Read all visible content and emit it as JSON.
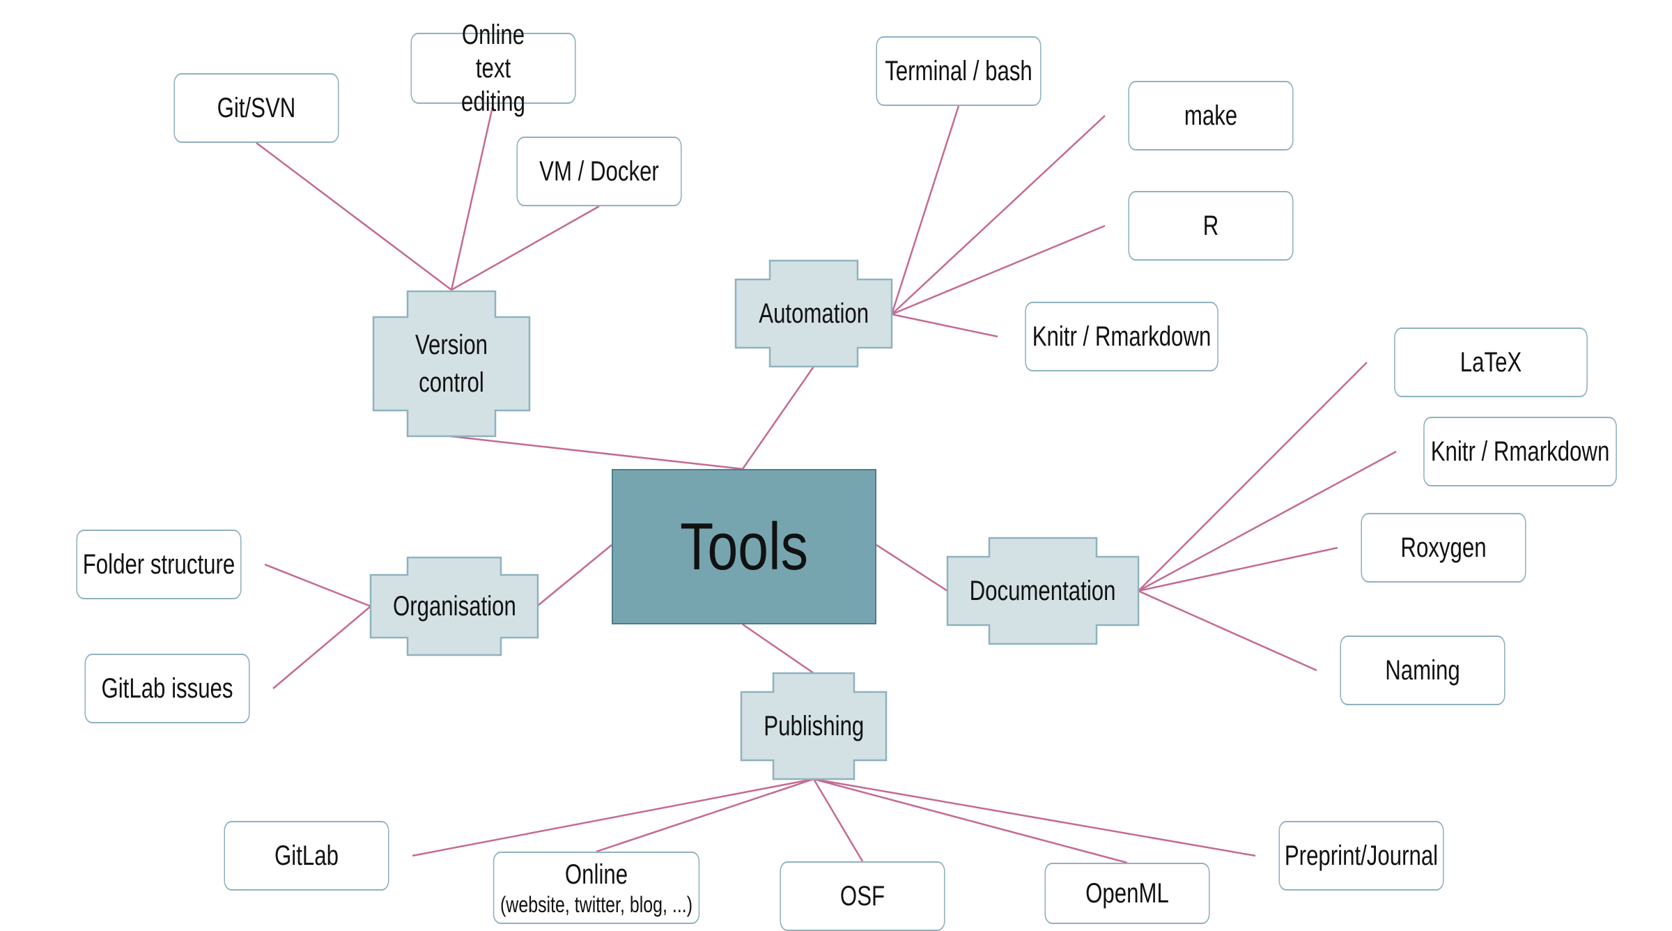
{
  "diagram": {
    "center": {
      "label": "Tools"
    },
    "categories": {
      "version_control": {
        "label": "Version control"
      },
      "automation": {
        "label": "Automation"
      },
      "organisation": {
        "label": "Organisation"
      },
      "documentation": {
        "label": "Documentation"
      },
      "publishing": {
        "label": "Publishing"
      }
    },
    "leaves": {
      "git_svn": "Git/SVN",
      "online_text_editing": "Online text editing",
      "vm_docker": "VM / Docker",
      "terminal_bash": "Terminal / bash",
      "make": "make",
      "r": "R",
      "knitr_automation": "Knitr / Rmarkdown",
      "latex": "LaTeX",
      "knitr_documentation": "Knitr / Rmarkdown",
      "roxygen": "Roxygen",
      "naming": "Naming",
      "folder_structure": "Folder structure",
      "gitlab_issues": "GitLab issues",
      "gitlab": "GitLab",
      "online": "Online",
      "online_sub": "(website, twitter, blog, ...)",
      "osf": "OSF",
      "openml": "OpenML",
      "preprint_journal": "Preprint/Journal"
    },
    "colors": {
      "center_fill": "#76a5b0",
      "category_fill": "#d3e1e5",
      "category_border": "#8fb2bf",
      "leaf_border": "#8fb2bf",
      "connector": "#c46a93"
    }
  }
}
